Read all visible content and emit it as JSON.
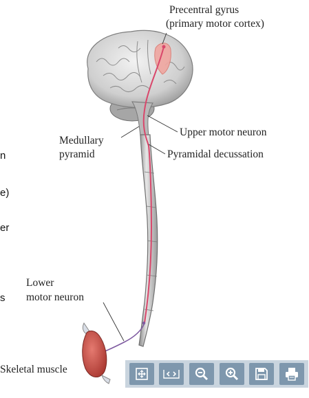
{
  "slide_fragments": [
    "n",
    "e)",
    "er",
    "s"
  ],
  "labels": {
    "precentral_line1": "Precentral gyrus",
    "precentral_line2": "(primary motor cortex)",
    "upper_motor_neuron": "Upper motor neuron",
    "medullary_line1": "Medullary",
    "medullary_line2": "pyramid",
    "pyramidal_decussation": "Pyramidal decussation",
    "lower_line1": "Lower",
    "lower_line2": "motor neuron",
    "skeletal_muscle": "Skeletal muscle"
  },
  "toolbar": {
    "buttons": [
      {
        "name": "fit-to-screen",
        "icon": "fit-screen-icon"
      },
      {
        "name": "previous-next",
        "icon": "chevrons-icon"
      },
      {
        "name": "zoom-out",
        "icon": "zoom-out-icon"
      },
      {
        "name": "zoom-in",
        "icon": "zoom-in-icon"
      },
      {
        "name": "save",
        "icon": "save-icon"
      },
      {
        "name": "print",
        "icon": "print-icon"
      }
    ]
  },
  "colors": {
    "brain": "#d8d8d8",
    "pathway": "#d9476b",
    "muscle": "#c8504a",
    "toolbar_bg": "#c9d4de",
    "button_bg": "#7e97ad"
  }
}
